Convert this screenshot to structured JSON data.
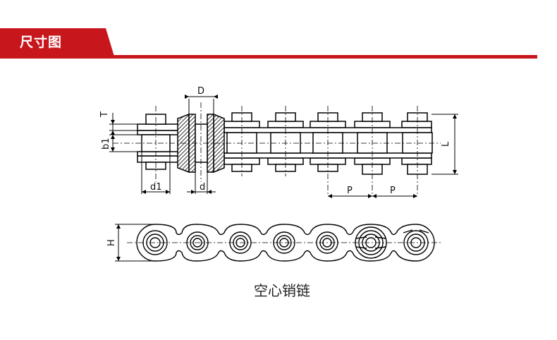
{
  "header": {
    "title": "尺寸图",
    "accent_color": "#c8161d"
  },
  "labels": {
    "D": "D",
    "T": "T",
    "b1": "b1",
    "L": "L",
    "d1": "d1",
    "d": "d",
    "P1": "P",
    "P2": "P",
    "H": "H"
  },
  "caption": "空心销链"
}
